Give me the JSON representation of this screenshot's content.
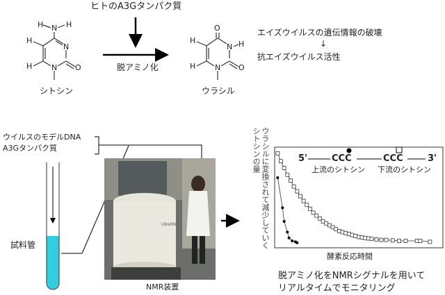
{
  "reaction": {
    "enzyme_label": "ヒトのA3Gタンパク質",
    "reaction_label": "脱アミノ化",
    "substrate_name": "シトシン",
    "product_name": "ウラシル",
    "atoms": {
      "N": "N",
      "H": "H",
      "O": "O"
    }
  },
  "effect": {
    "line1": "エイズウイルスの遺伝情報の破壊",
    "arrow": "↓",
    "line2": "抗エイズウイルス活性"
  },
  "sample": {
    "dna_label": "ウイルスのモデルDNA",
    "protein_label": "A3Gタンパク質",
    "tube_label": "試料管",
    "instrument_label": "NMR装置"
  },
  "chart_data": {
    "type": "scatter",
    "title": "",
    "xlabel": "酵素反応時間",
    "ylabel": "ウラシルに変換されて減少していくシトシンの量",
    "ylabel_lines": [
      "ウラシルに変換されて減少していく",
      "シトシンの量"
    ],
    "xlim": [
      0,
      100
    ],
    "ylim": [
      0,
      100
    ],
    "legend": {
      "five_prime": "5'",
      "three_prime": "3'",
      "motif_upstream": "CCC",
      "motif_downstream": "CCC",
      "upstream_label": "上流のシトシン",
      "downstream_label": "下流のシトシン",
      "placement": "top"
    },
    "series": [
      {
        "name": "上流のシトシン",
        "marker": "filled-circle",
        "x": [
          1,
          4,
          5,
          7,
          8,
          10,
          12,
          13
        ],
        "y": [
          70,
          39,
          25,
          14,
          8,
          5,
          4,
          3
        ]
      },
      {
        "name": "下流のシトシン",
        "marker": "open-square",
        "x": [
          1,
          3,
          5,
          7,
          9,
          11,
          13,
          15,
          17,
          19,
          21,
          23,
          25,
          27,
          29,
          31,
          33,
          35,
          37,
          39,
          41,
          43,
          45,
          47,
          49,
          51,
          53,
          55,
          57,
          59,
          62,
          65,
          68,
          72,
          76,
          80,
          87,
          89,
          95
        ],
        "y": [
          95,
          87,
          80,
          73,
          67,
          61,
          56,
          51,
          46,
          42,
          38,
          34,
          31,
          28,
          25,
          23,
          21,
          19,
          17,
          15,
          14,
          13,
          12,
          11,
          10,
          9,
          8.5,
          8,
          7.5,
          7,
          6.5,
          6,
          6,
          5.5,
          5,
          5,
          5,
          5,
          4
        ]
      }
    ]
  },
  "caption": {
    "line1": "脱アミノ化をNMRシグナルを用いて",
    "line2": "リアルタイムでモニタリング"
  }
}
